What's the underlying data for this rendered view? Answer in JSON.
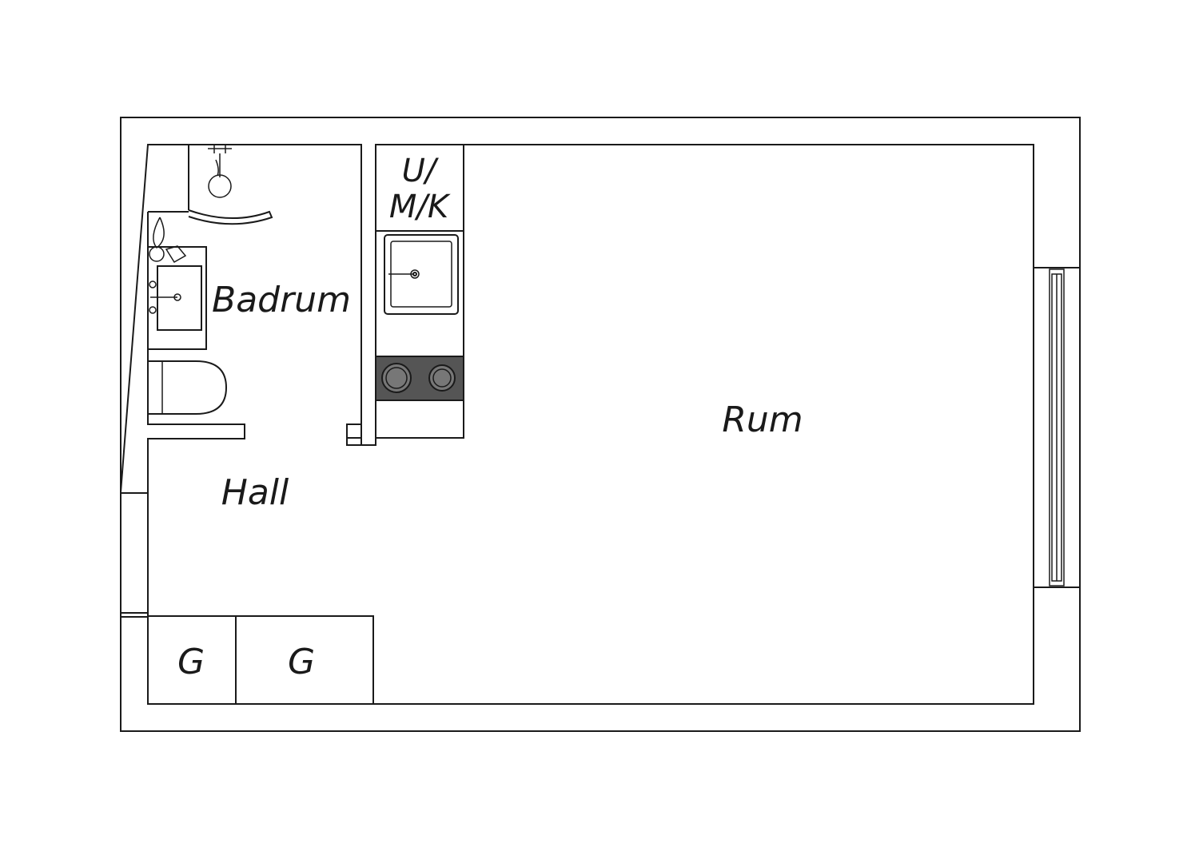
{
  "rooms": {
    "badrum": "Badrum",
    "hall": "Hall",
    "rum": "Rum",
    "umk_line1": "U/",
    "umk_line2": "M/K",
    "closet_1": "G",
    "closet_2": "G"
  },
  "fixtures": {
    "shower": "shower-icon",
    "sink": "sink-icon",
    "toilet": "toilet-icon",
    "kitchen_sink": "kitchen-sink-icon",
    "stove": "stove-icon",
    "window": "window-icon"
  },
  "colors": {
    "line": "#1a1a1a",
    "stove_top": "#555555",
    "background": "#ffffff"
  }
}
